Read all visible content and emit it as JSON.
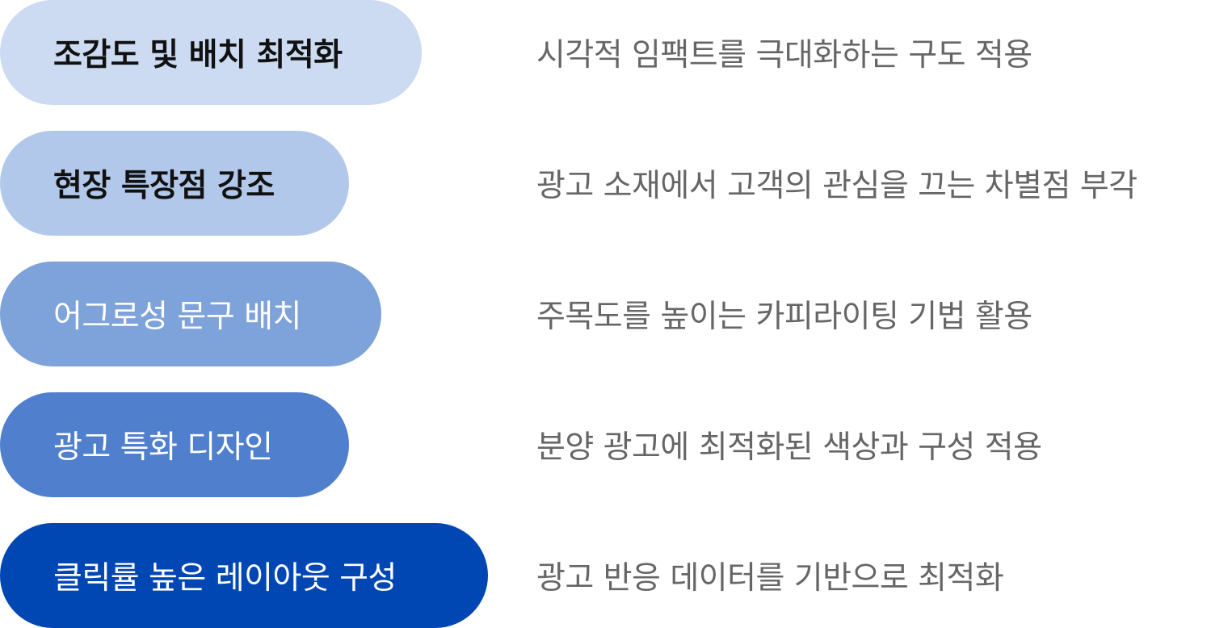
{
  "items": [
    {
      "label": "조감도 및 배치 최적화",
      "description": "시각적 임팩트를 극대화하는 구도 적용",
      "color": "#ccdbf1"
    },
    {
      "label": "현장 특장점 강조",
      "description": "광고 소재에서 고객의 관심을 끄는 차별점 부각",
      "color": "#b2c8ea"
    },
    {
      "label": "어그로성 문구 배치",
      "description": "주목도를 높이는 카피라이팅 기법 활용",
      "color": "#7ea2da"
    },
    {
      "label": "광고 특화 디자인",
      "description": "분양 광고에 최적화된 색상과 구성 적용",
      "color": "#4f7fcd"
    },
    {
      "label": "클릭률 높은 레이아웃 구성",
      "description": "광고 반응 데이터를 기반으로 최적화",
      "color": "#0047b3"
    }
  ]
}
